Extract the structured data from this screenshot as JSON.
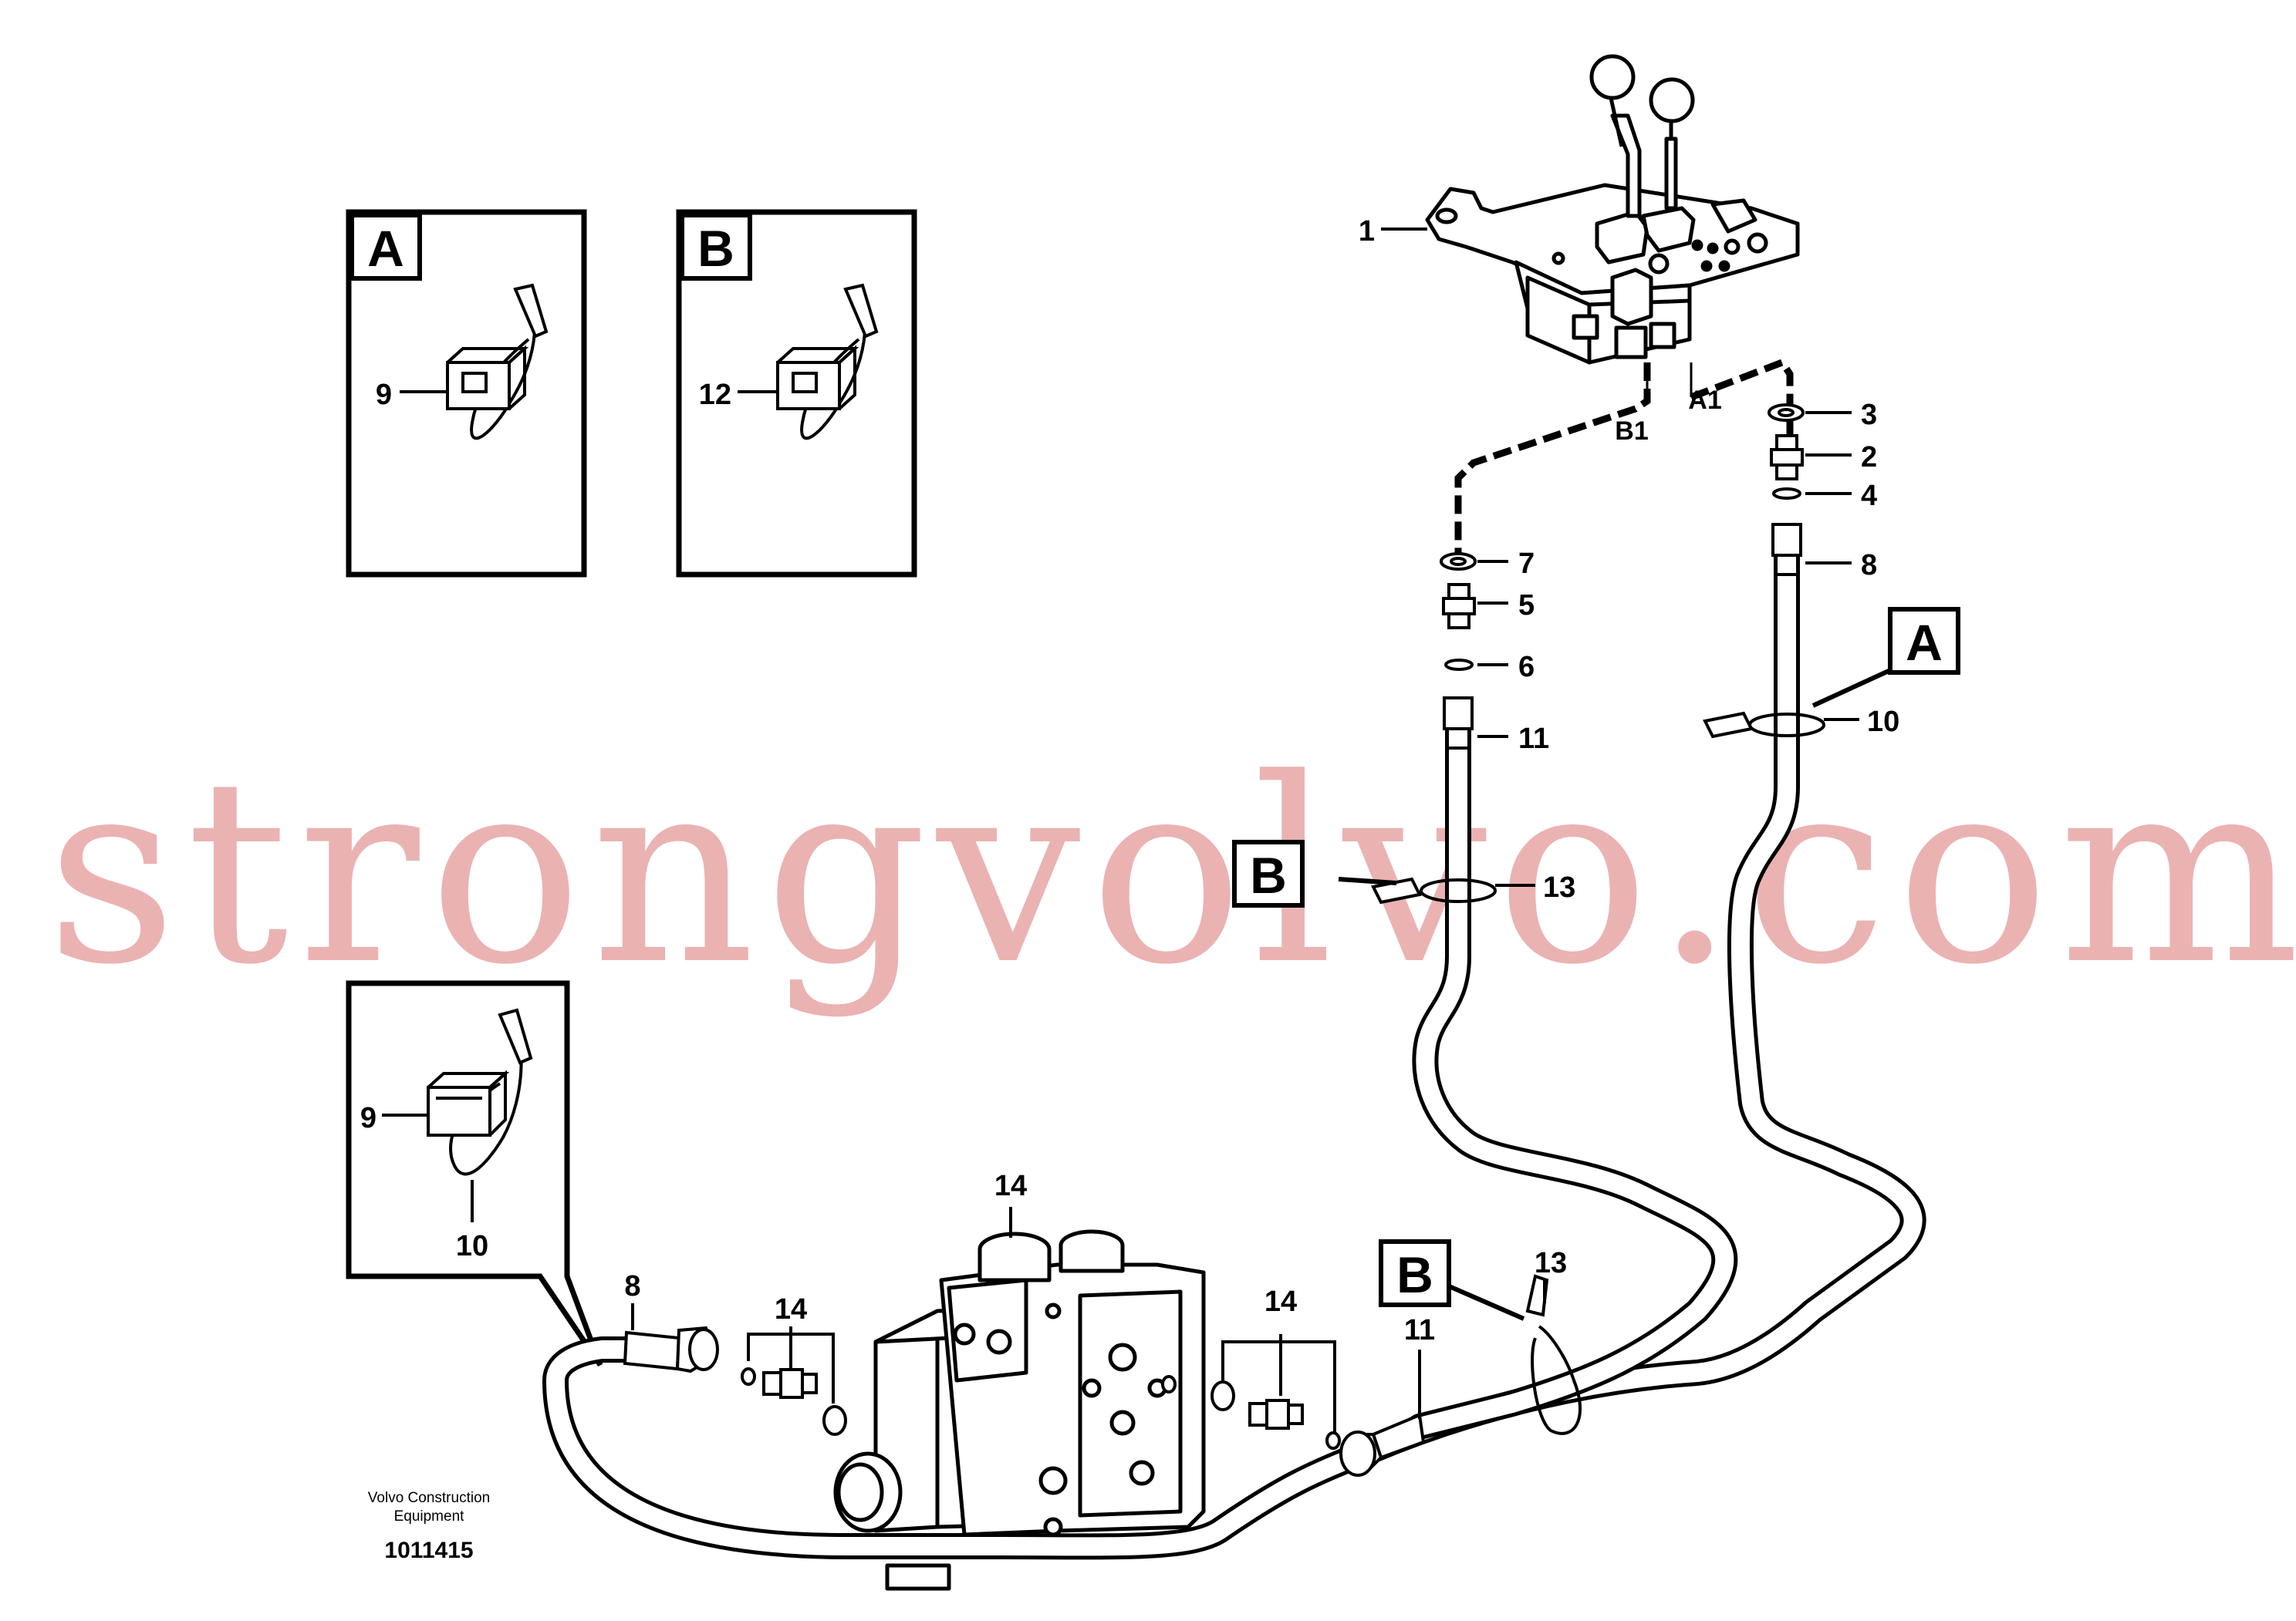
{
  "diagram": {
    "watermark": "strongvolvo.com",
    "footer": {
      "company_line1": "Volvo Construction",
      "company_line2": "Equipment",
      "drawing_number": "1011415"
    },
    "callout_boxes": [
      {
        "letter": "A",
        "label": "9"
      },
      {
        "letter": "B",
        "label": "12"
      }
    ],
    "zoom_detail": {
      "label_top": "9",
      "label_bottom": "10"
    },
    "port_labels": {
      "b1": "B1",
      "a1": "A1"
    },
    "ref_letters": {
      "a_right": "A",
      "b_mid": "B",
      "b_low": "B"
    },
    "part_labels": {
      "p1": "1",
      "p3": "3",
      "p2": "2",
      "p4": "4",
      "p8_top": "8",
      "p7": "7",
      "p5": "5",
      "p6": "6",
      "p11_top": "11",
      "p10_right": "10",
      "p13_mid": "13",
      "p14_top": "14",
      "p14_left": "14",
      "p14_right": "14",
      "p8_low": "8",
      "p11_low": "11",
      "p13_low": "13"
    }
  }
}
